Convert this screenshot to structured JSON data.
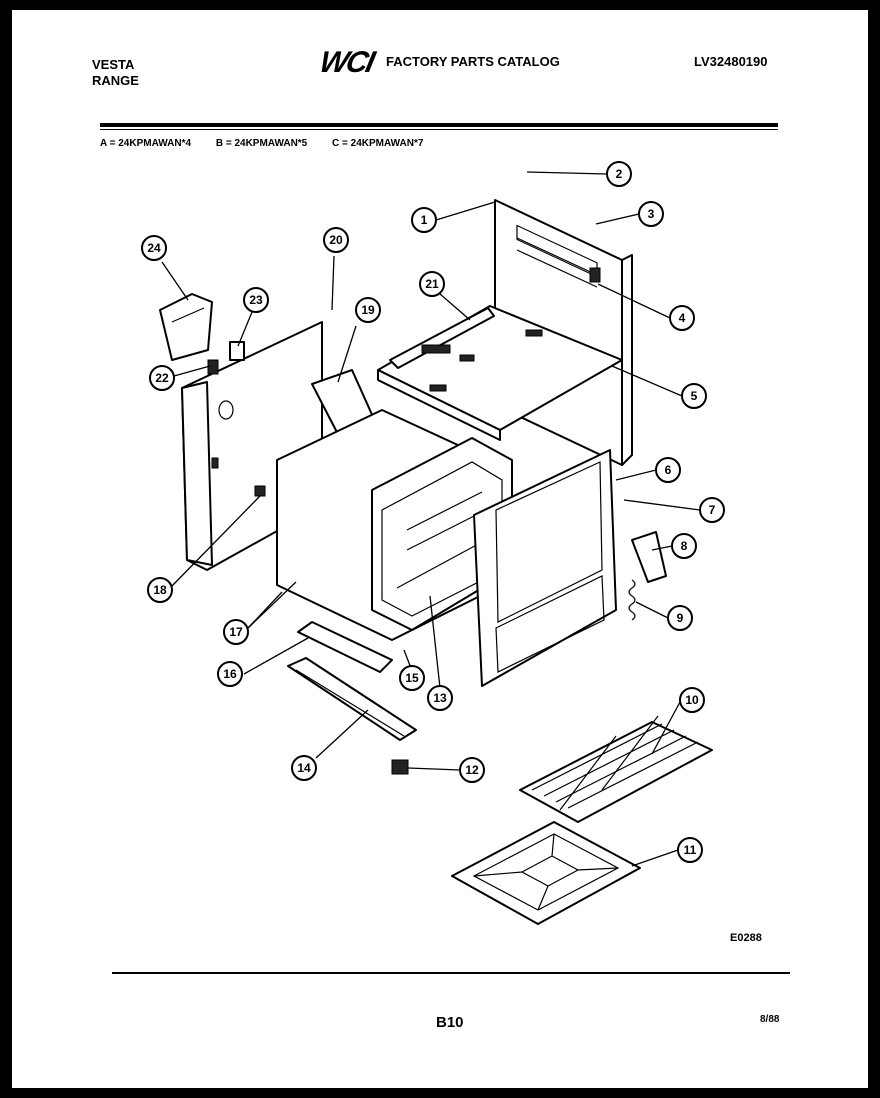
{
  "header": {
    "brand_line1": "VESTA",
    "brand_line2": "RANGE",
    "logo": "WCI",
    "catalog_title": "FACTORY PARTS CATALOG",
    "catalog_number": "LV32480190"
  },
  "models": [
    "A = 24KPMAWAN*4",
    "B = 24KPMAWAN*5",
    "C = 24KPMAWAN*7"
  ],
  "callouts": [
    "1",
    "2",
    "3",
    "4",
    "5",
    "6",
    "7",
    "8",
    "9",
    "10",
    "11",
    "12",
    "13",
    "14",
    "15",
    "16",
    "17",
    "18",
    "19",
    "20",
    "21",
    "22",
    "23",
    "24"
  ],
  "footer": {
    "figure_code": "E0288",
    "page_number": "B10",
    "page_date": "8/88"
  }
}
